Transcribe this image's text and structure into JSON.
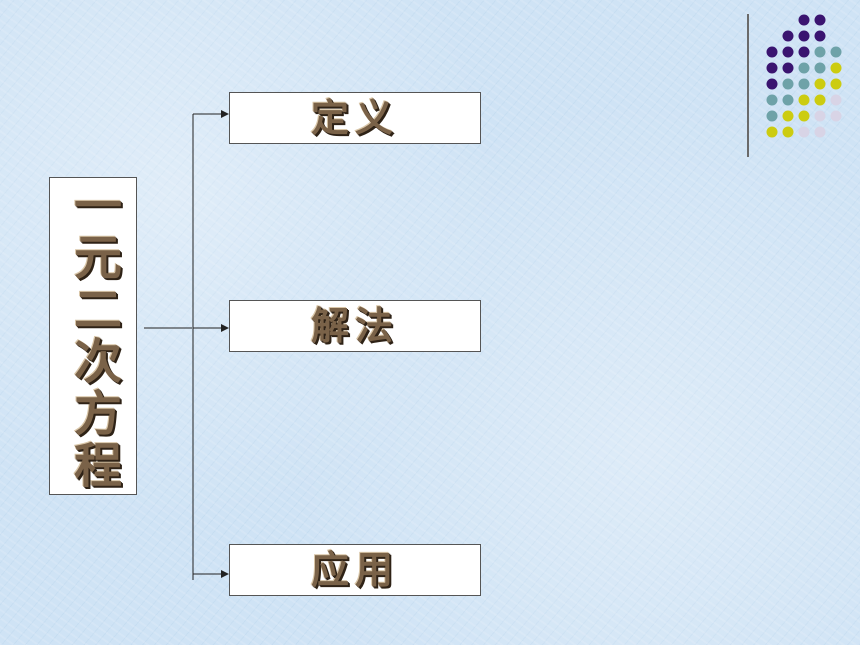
{
  "main_title": "一元二次方程",
  "branches": [
    {
      "label": "定义"
    },
    {
      "label": "解法"
    },
    {
      "label": "应用"
    }
  ],
  "colors": {
    "purple": "#3a1470",
    "teal": "#6ea2a8",
    "yellow": "#cccc10",
    "lavender": "#d8d4e6",
    "text": "#7a6248"
  }
}
